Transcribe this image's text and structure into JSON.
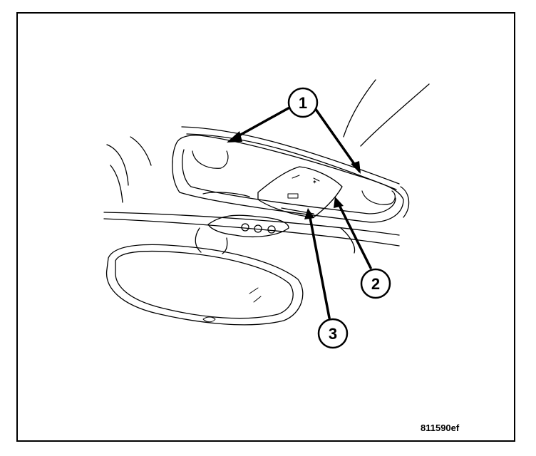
{
  "callouts": [
    {
      "id": "callout-1",
      "label": "1"
    },
    {
      "id": "callout-2",
      "label": "2"
    },
    {
      "id": "callout-3",
      "label": "3"
    }
  ],
  "figure_id": "811590ef"
}
